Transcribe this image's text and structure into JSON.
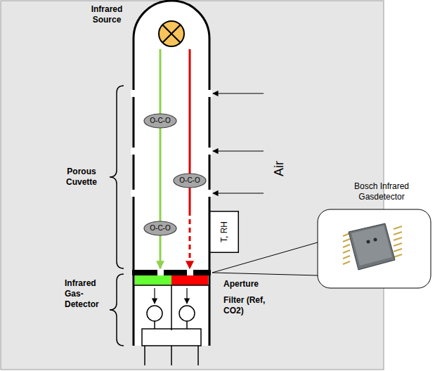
{
  "diagram": {
    "nodes": [
      {
        "text": [
          "O-C-O"
        ]
      },
      {
        "text": [
          "O-C-O"
        ]
      },
      {
        "text": [
          "O-C-O"
        ]
      },
      {
        "text": [
          "T, RH"
        ]
      }
    ],
    "labels": [
      "Infrared Source",
      "Porous Cuvette",
      "Air",
      "Aperture",
      "Infrared Gas- Detector",
      "Filter (Ref, CO2)",
      "Bosch Infrared Gasdetector"
    ]
  }
}
